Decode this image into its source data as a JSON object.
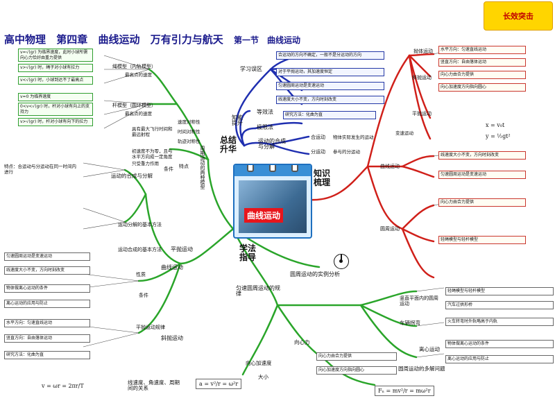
{
  "header": {
    "title_parts": [
      "高中物理",
      "第四章",
      "曲线运动",
      "万有引力与航天"
    ],
    "section": "第一节　曲线运动",
    "badge": "长效突击"
  },
  "center": {
    "label": "曲线运动"
  },
  "hubs": {
    "summary": "总结\n升华",
    "knowledge": "知识\n梳理",
    "method": "学法\n指导"
  },
  "nodes": {
    "n1": "学习误区",
    "n2": "知能\n提升",
    "n3": "等效法",
    "n4": "极限法",
    "n5": "运动的合成\n与分解",
    "n6": "合运动",
    "n7": "分运动",
    "n8": "物体实际发生的运动",
    "n9": "参与的分运动",
    "n10": "变速运动",
    "n11": "曲线运动",
    "n12": "圆周运动",
    "n13": "抛体运动",
    "n14": "平抛运动",
    "n15": "斜抛运动",
    "n16": "竖直平面内的圆周运动",
    "n17": "车辆拐弯",
    "n18": "离心运动",
    "n19": "向心力",
    "n20": "圆周运动的多解问题",
    "n21": "圆周运动的实例分析",
    "n22": "匀速圆周运动的规律",
    "n23": "向心加速度",
    "n24": "大小",
    "n25": "线速度、角速度、周期间的关系",
    "n26": "平抛运动",
    "n27": "平抛运动规律",
    "n28": "曲线运动",
    "n29": "条件",
    "n30": "性质",
    "n31": "运动的合成与分解",
    "n32": "运动合成的基本方法",
    "n33": "运动分解的基本方法",
    "n34": "周期运动的两种模型",
    "n35": "斜抛运动",
    "n36": "绳模型（内轨模型）",
    "n37": "杆模型（圆环模型）",
    "n38": "最高点的速度",
    "n39": "特点",
    "n40": "速度对称性",
    "n41": "时间对称性",
    "n42": "轨迹对称性",
    "n43": "条件",
    "n44": "只受重力作用",
    "n45": "初速度不为零，且与水平方向成一定角度",
    "n46": "具有最大飞行时间和最远射程",
    "n47": "特点：合运动与分运动在同一时间内进行"
  },
  "boxes": {
    "b1": "v=√(gr) 为临界速度，此时小球所需向心力恰好由重力提供",
    "b2": "v>√(gr) 时，绳子对小球有拉力",
    "b3": "v<√(gr) 时，小球到达不了最高点",
    "b4": "v=0 为临界速度",
    "b5": "0<v<√(gr) 时，杆对小球有向上的支持力",
    "b6": "v>√(gr) 时，杆对小球有向下的拉力",
    "b7": "合运动的方向不确定，一般不是分运动的方向",
    "b8": "对于平抛运动，其加速度恒定",
    "b9": "研究方法：化曲为直",
    "b10": "水平方向：匀速直线运动",
    "b11": "竖直方向：自由落体运动",
    "b12": "匀速圆周运动是变速运动",
    "b13": "线速度大小不变，方向时刻改变",
    "b14": "向心力由合力提供",
    "b15": "向心加速度方向指向圆心",
    "b16": "物体做离心运动的条件",
    "b17": "离心运动的应用与防止",
    "b18": "火车转弯时外轨略高于内轨",
    "b19": "汽车过拱形桥",
    "b20": "轻绳模型与轻杆模型"
  },
  "formulas": {
    "f1": "v=√(gr)",
    "f2": "v>√(gr)",
    "f3": "v<√(gr)",
    "f4": "0<v<√(gr)",
    "f5": "v>√(gr)",
    "f6": "a = v²/r = ω²r",
    "f7": "v = ωr = 2πr/T",
    "f8": "Fₙ = mv²/r = mω²r",
    "f9": "x = v₀t",
    "f10": "y = ½gt²"
  },
  "colors": {
    "blue": "#1f2fb0",
    "red": "#d0201a",
    "green": "#2aa52a",
    "black": "#222222"
  }
}
